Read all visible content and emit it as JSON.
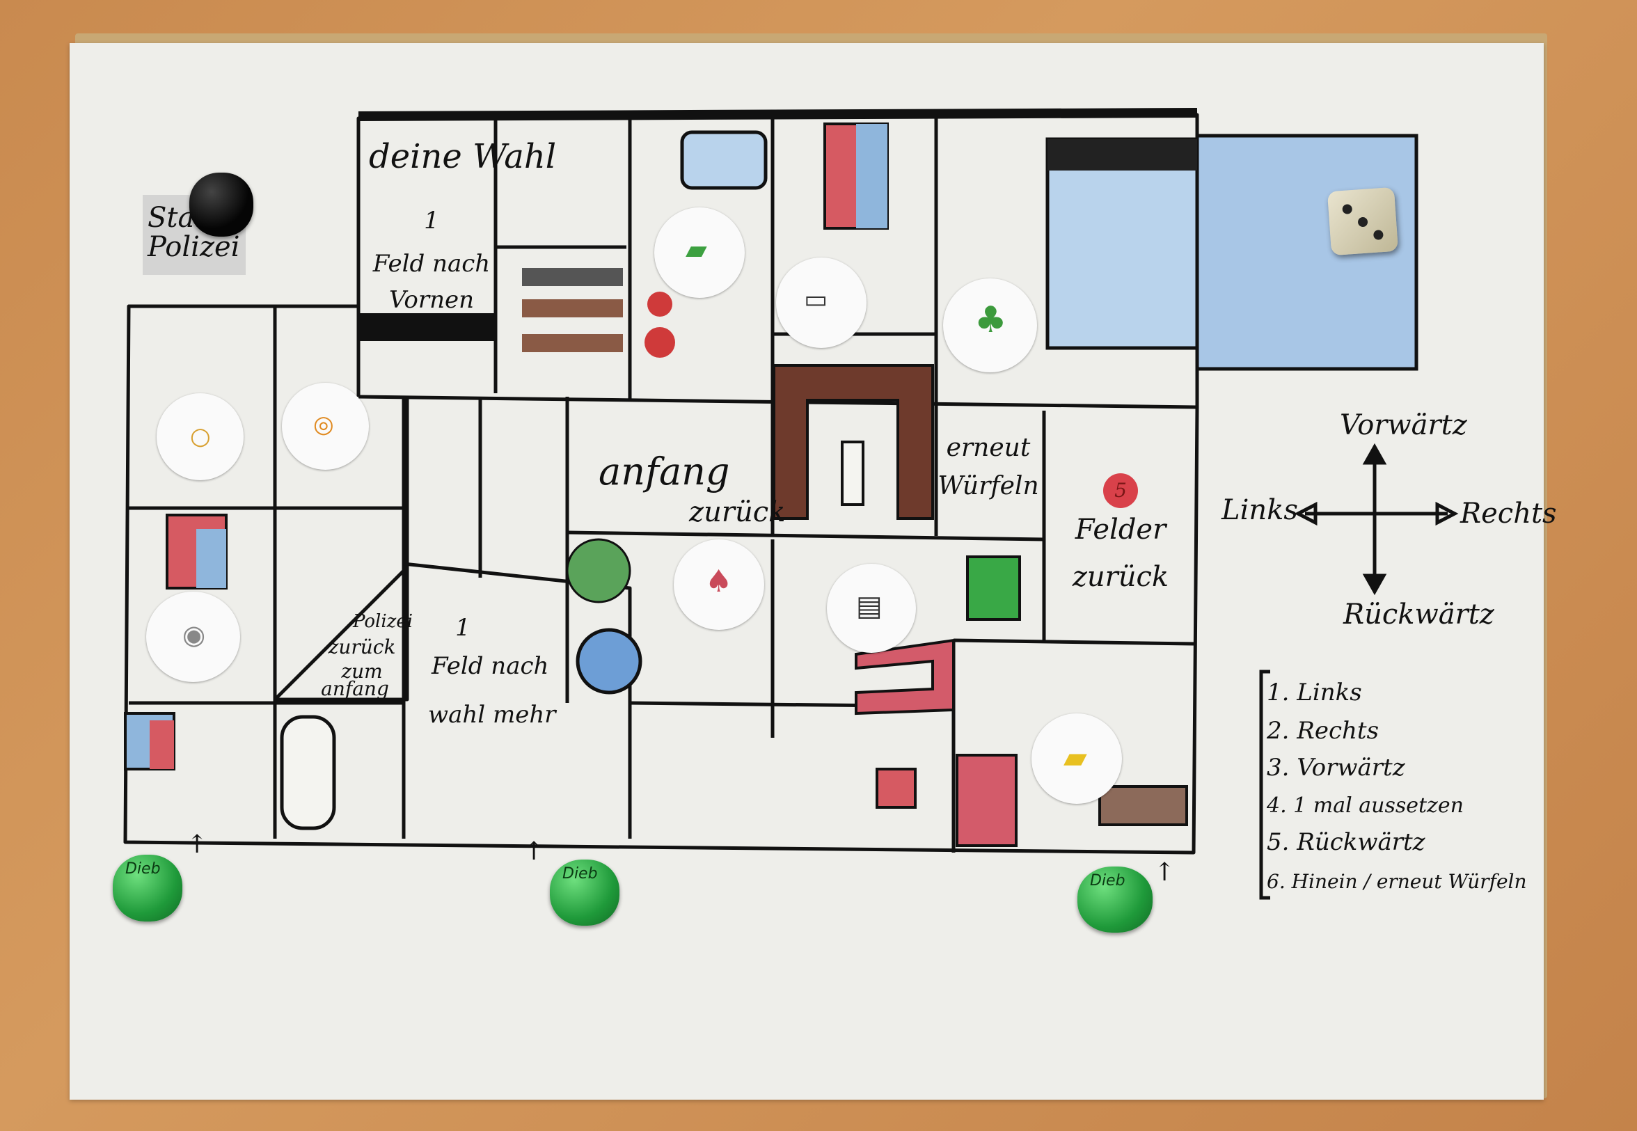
{
  "board": {
    "start_label": "Start Polizei",
    "cells": {
      "deine_wahl": [
        "deine Wahl",
        "1",
        "Feld nach",
        "Vornen"
      ],
      "anfang": "anfang",
      "zurueck": "zurück",
      "erneut": [
        "erneut",
        "Würfeln"
      ],
      "felder_zurueck": [
        "5",
        "Felder",
        "zurück"
      ],
      "polizei_zurueck": [
        "Polizei",
        "zurück",
        "zum",
        "anfang"
      ],
      "feld_nach_wahl": [
        "1",
        "Feld nach",
        "wahl mehr"
      ]
    },
    "pawn_labels": [
      "Dieb",
      "Dieb",
      "Dieb"
    ]
  },
  "compass": {
    "up": "Vorwärtz",
    "left": "Links",
    "right": "Rechts",
    "down": "Rückwärtz"
  },
  "legend": {
    "items": [
      "1.  Links",
      "2.  Rechts",
      "3. Vorwärtz",
      "4.  1 mal aussetzen",
      "5. Rückwärtz",
      "6.  Hinein / erneut Würfeln"
    ]
  },
  "die": {
    "face": 3
  },
  "colors": {
    "pool": "#b9d3ec",
    "pawn_police": "#0b0b0b",
    "pawn_thief": "#1f9a3a",
    "bed_red": "#d65a62",
    "bed_blue": "#8fb6dc",
    "wood_brown": "#6e3a2c"
  }
}
